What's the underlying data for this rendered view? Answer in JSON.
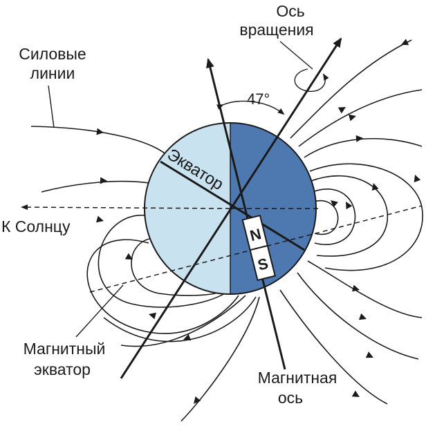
{
  "labels": {
    "rotation_axis_line1": "Ось",
    "rotation_axis_line2": "вращения",
    "field_lines_line1": "Силовые",
    "field_lines_line2": "линии",
    "angle": "47°",
    "equator": "Экватор",
    "to_sun": "К Солнцу",
    "magnet_north": "N",
    "magnet_south": "S",
    "magnetic_equator_line1": "Магнитный",
    "magnetic_equator_line2": "экватор",
    "magnetic_axis_line1": "Магнитная",
    "magnetic_axis_line2": "ось"
  },
  "colors": {
    "day_side": "#c9e2f0",
    "night_side": "#4e78b0",
    "line": "#1a1a1a",
    "magnet_fill": "#ffffff"
  }
}
